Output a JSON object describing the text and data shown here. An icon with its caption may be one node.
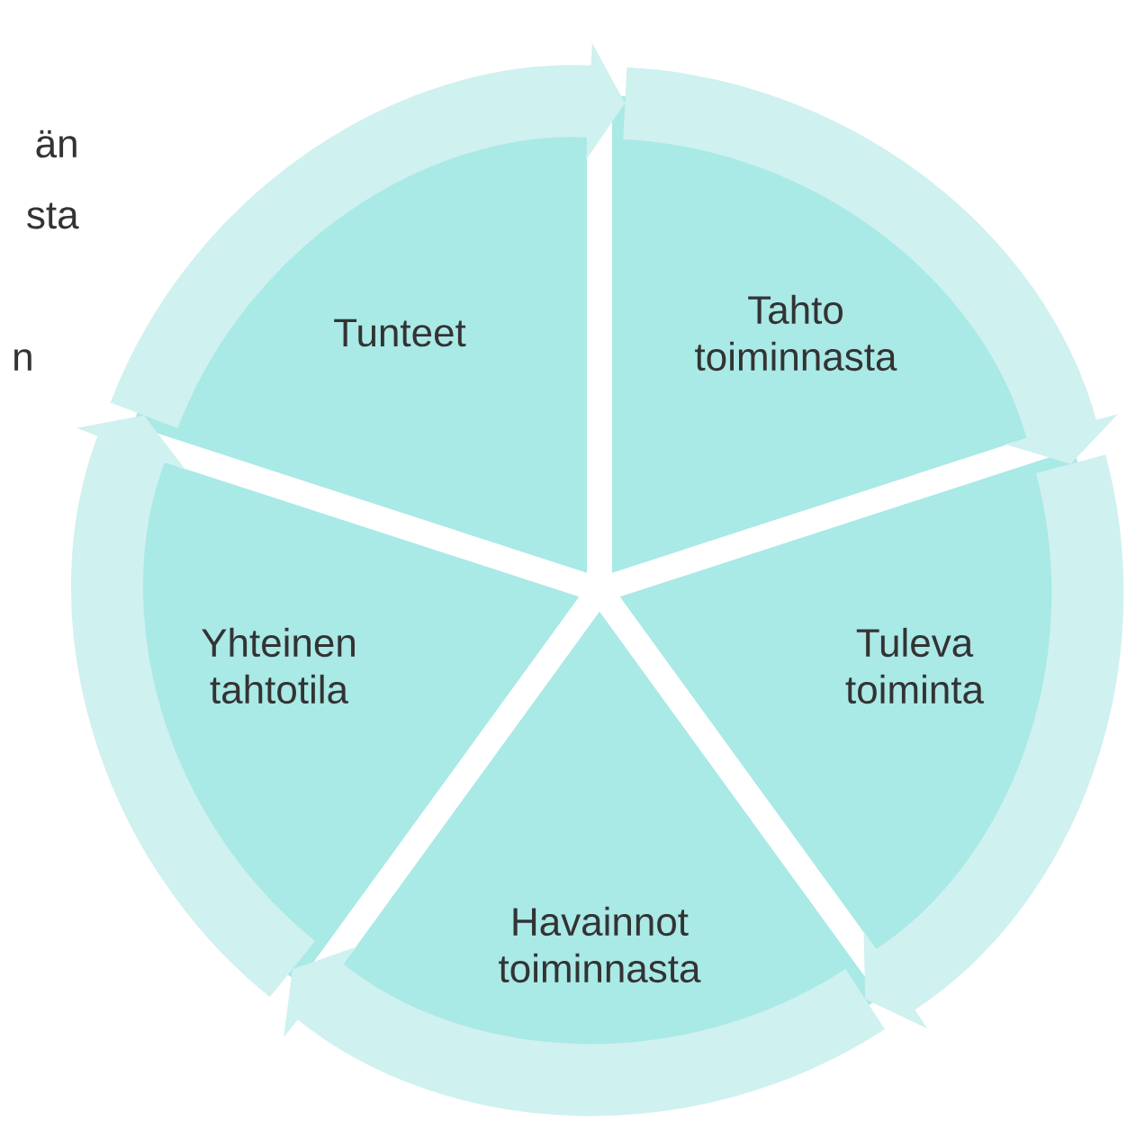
{
  "diagram": {
    "nodes": [
      {
        "text": [
          "Tunteet"
        ]
      },
      {
        "text": [
          "Tahto toiminnasta"
        ]
      },
      {
        "text": [
          "Tuleva toiminta"
        ]
      },
      {
        "text": [
          "Havainnot toiminnasta"
        ]
      },
      {
        "text": [
          "Yhteinen tahtotila"
        ]
      }
    ],
    "edges": [
      {
        "from": 0,
        "to": 1,
        "arrow": "to"
      },
      {
        "from": 1,
        "to": 2,
        "arrow": "to"
      },
      {
        "from": 2,
        "to": 3,
        "arrow": "to"
      },
      {
        "from": 3,
        "to": 4,
        "arrow": "to"
      },
      {
        "from": 4,
        "to": 0,
        "arrow": "to"
      }
    ],
    "labels": [
      "än",
      "sta",
      "n"
    ]
  }
}
